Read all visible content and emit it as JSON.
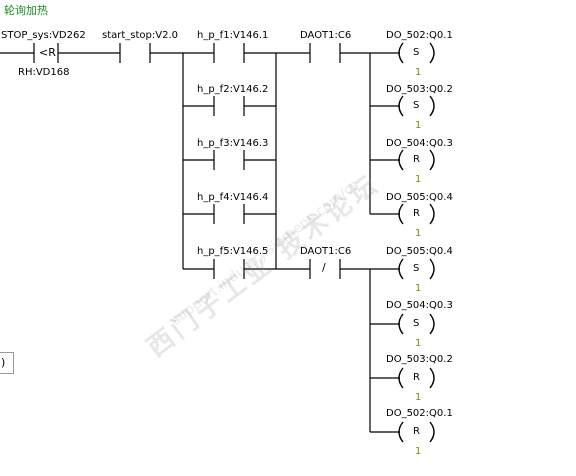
{
  "network": {
    "title": "轮询加热"
  },
  "compare": {
    "in1": "STOP_sys:VD262",
    "op": "<R",
    "in2": "RH:VD168"
  },
  "contacts": {
    "start_stop": "start_stop:V2.0",
    "f1": "h_p_f1:V146.1",
    "f2": "h_p_f2:V146.2",
    "f3": "h_p_f3:V146.3",
    "f4": "h_p_f4:V146.4",
    "f5": "h_p_f5:V146.5",
    "daot_no": "DAOT1:C6",
    "daot_nc": "DAOT1:C6",
    "nc_symbol": "/"
  },
  "coils_top": [
    {
      "name": "DO_502:Q0.1",
      "type": "S",
      "count": "1"
    },
    {
      "name": "DO_503:Q0.2",
      "type": "S",
      "count": "1"
    },
    {
      "name": "DO_504:Q0.3",
      "type": "R",
      "count": "1"
    },
    {
      "name": "DO_505:Q0.4",
      "type": "R",
      "count": "1"
    }
  ],
  "coils_bottom": [
    {
      "name": "DO_505:Q0.4",
      "type": "S",
      "count": "1"
    },
    {
      "name": "DO_504:Q0.3",
      "type": "S",
      "count": "1"
    },
    {
      "name": "DO_503:Q0.2",
      "type": "R",
      "count": "1"
    },
    {
      "name": "DO_502:Q0.1",
      "type": "R",
      "count": "1"
    }
  ],
  "side_label": ")",
  "watermark": {
    "line1": "西门子工业 技术论坛",
    "line2": "support.industry.siemens.com/cs"
  }
}
